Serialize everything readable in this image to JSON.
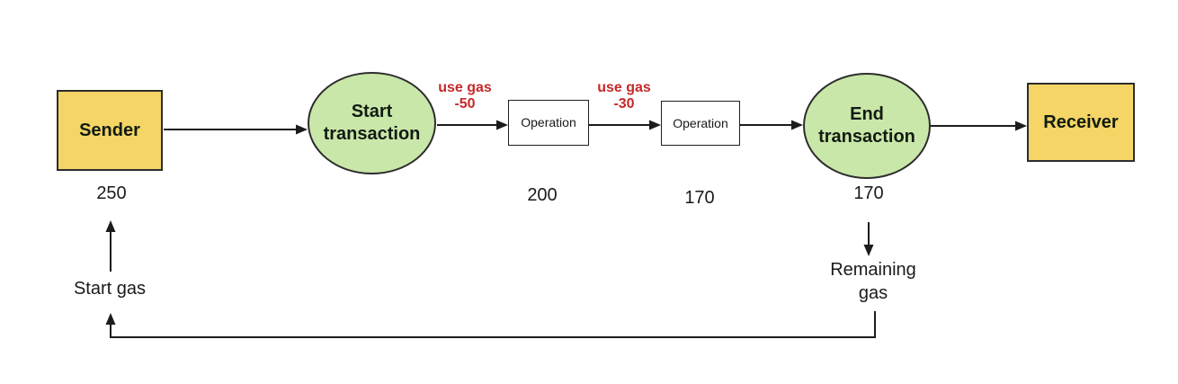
{
  "diagram": {
    "nodes": {
      "sender": {
        "label": "Sender"
      },
      "start_transaction": {
        "label": "Start\ntransaction"
      },
      "operation_1": {
        "label": "Operation"
      },
      "operation_2": {
        "label": "Operation"
      },
      "end_transaction": {
        "label": "End\ntransaction"
      },
      "receiver": {
        "label": "Receiver"
      }
    },
    "gas_values": {
      "start": "250",
      "after_operation_1": "200",
      "after_operation_2": "170",
      "end": "170"
    },
    "edge_labels": {
      "use_gas_1": "use gas\n-50",
      "use_gas_2": "use gas\n-30"
    },
    "annotations": {
      "start_gas": "Start gas",
      "remaining_gas": "Remaining\ngas"
    },
    "colors": {
      "endpoint_fill": "#F4D565",
      "transaction_fill": "#CAE7AA",
      "use_gas_text": "#C62828",
      "line": "#1c1c1c",
      "background": "#ffffff"
    }
  }
}
